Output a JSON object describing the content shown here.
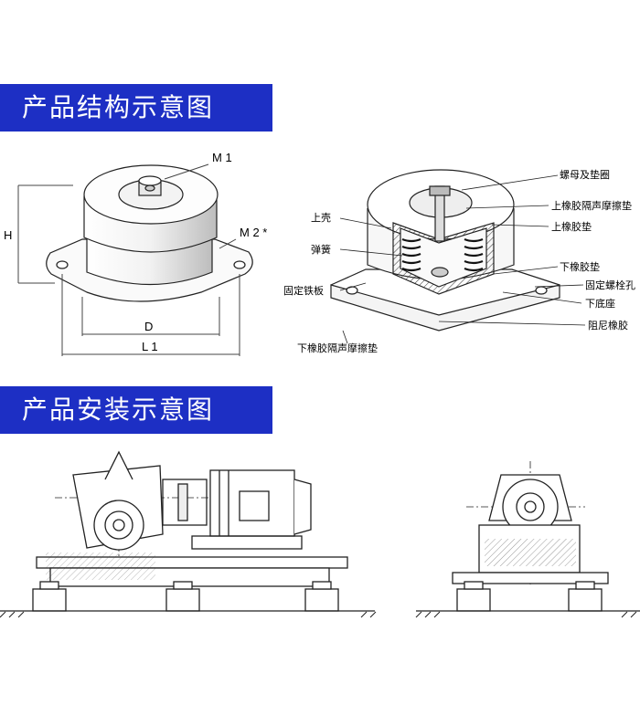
{
  "section1": {
    "title": "产品结构示意图"
  },
  "section2": {
    "title": "产品安装示意图"
  },
  "dimensions": {
    "m1": "M 1",
    "m2": "M 2 *",
    "h": "H",
    "d": "D",
    "l1": "L 1"
  },
  "parts": {
    "nut_washer": "螺母及垫圈",
    "upper_pad": "上橡胶隔声摩擦垫",
    "upper_rubber": "上橡胶垫",
    "upper_shell": "上壳",
    "spring": "弹簧",
    "fixed_plate": "固定铁板",
    "lower_rubber": "下橡胶垫",
    "bolt_hole": "固定螺栓孔",
    "base": "下底座",
    "damping_rubber": "阻尼橡胶",
    "lower_pad": "下橡胶隔声摩擦垫"
  }
}
